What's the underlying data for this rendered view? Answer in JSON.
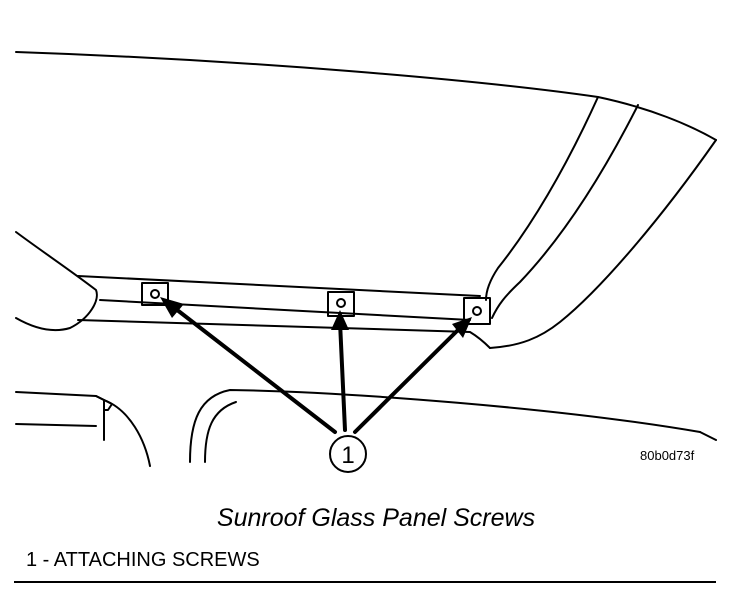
{
  "diagram": {
    "callout_number": "1",
    "reference_code": "80b0d73f"
  },
  "caption": "Sunroof Glass Panel Screws",
  "legend": {
    "item_1": "1 - ATTACHING SCREWS"
  }
}
